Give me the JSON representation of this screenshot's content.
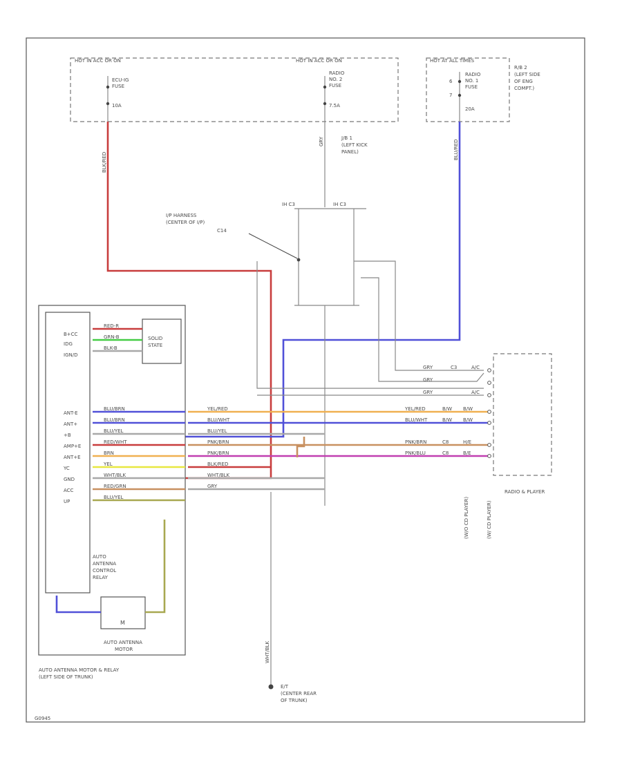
{
  "sources": {
    "left": {
      "header": "HOT IN ACC OR ON",
      "fuse_name": [
        "ECU-IG",
        "FUSE"
      ],
      "fuse_amp": "10A"
    },
    "mid": {
      "header": "HOT IN ACC OR ON",
      "fuse_name": [
        "RADIO",
        "NO. 2",
        "FUSE"
      ],
      "fuse_amp": "7.5A"
    },
    "right": {
      "header": "HOT AT ALL TIMES",
      "fuse_name": [
        "RADIO",
        "NO. 1",
        "FUSE"
      ],
      "fuse_amp": "20A",
      "pin_a": "6",
      "pin_b": "7",
      "side_label": [
        "R/B 2",
        "(LEFT SIDE",
        "OF ENG",
        "COMPT.)"
      ]
    }
  },
  "jb_label": [
    "J/B 1",
    "(LEFT KICK",
    "PANEL)"
  ],
  "ip_harness_label": [
    "I/P HARNESS",
    "(CENTER OF I/P)",
    "C14"
  ],
  "connector_labels": {
    "left": "IH C3",
    "right": "IH C3"
  },
  "source_wires": {
    "left": "BLK/RED",
    "mid": "GRY",
    "right": "BLU/RED"
  },
  "relay": {
    "pins": [
      "B+CC",
      "IDG",
      "IGN/D",
      "ANT-E",
      "ANT+",
      "+B",
      "AMP+E",
      "ANT+E",
      "YC",
      "GND",
      "ACC",
      "UP"
    ],
    "solid_state": [
      "SOLID",
      "STATE"
    ],
    "label": [
      "AUTO",
      "ANTENNA",
      "CONTROL",
      "RELAY"
    ],
    "motor_label": [
      "AUTO ANTENNA",
      "MOTOR"
    ],
    "motor_symbol": "M",
    "assembly_label": [
      "AUTO ANTENNA MOTOR & RELAY",
      "(LEFT SIDE OF TRUNK)"
    ]
  },
  "internal_wires": [
    "RED-R",
    "GRN-B",
    "BLK-B"
  ],
  "harness_rows": [
    {
      "left_color": "BLU/BRN",
      "right_color": "YEL/RED",
      "far_label": "YEL/RED",
      "pin_a": "B/W",
      "pin_b": "B/W"
    },
    {
      "left_color": "BLU/BRN",
      "right_color": "BLU/WHT",
      "far_label": "BLU/WHT",
      "pin_a": "B/W",
      "pin_b": "B/W"
    },
    {
      "left_color": "BLU/YEL",
      "right_color": "BLU/YEL",
      "far_label": "",
      "pin_a": "",
      "pin_b": ""
    },
    {
      "left_color": "RED/WHT",
      "right_color": "PNK/BRN",
      "far_label": "PNK/BRN",
      "pin_a": "C8",
      "pin_b": "H/E"
    },
    {
      "left_color": "BRN",
      "right_color": "PNK/BRN",
      "far_label": "PNK/BLU",
      "pin_a": "C8",
      "pin_b": "B/E"
    },
    {
      "left_color": "YEL",
      "right_color": "BLK/RED",
      "far_label": "",
      "pin_a": "",
      "pin_b": ""
    },
    {
      "left_color": "WHT/BLK",
      "right_color": "WHT/BLK",
      "far_label": "",
      "pin_a": "",
      "pin_b": ""
    },
    {
      "left_color": "RED/GRN",
      "right_color": "GRY",
      "far_label": "",
      "pin_a": "",
      "pin_b": ""
    },
    {
      "left_color": "BLU/YEL",
      "right_color": "",
      "far_label": "",
      "pin_a": "",
      "pin_b": ""
    }
  ],
  "gry_rows": [
    {
      "label": "GRY",
      "pin": "C3",
      "end": "A/C"
    },
    {
      "label": "GRY",
      "pin": "",
      "end": ""
    },
    {
      "label": "GRY",
      "pin": "",
      "end": "A/C"
    }
  ],
  "radio": {
    "label": "RADIO & PLAYER",
    "conn_a": "(W/O CD PLAYER)",
    "conn_b": "(W/ CD PLAYER)"
  },
  "ground": {
    "wire": "WHT/BLK",
    "label": [
      "E/T",
      "(CENTER REAR",
      "OF TRUNK)"
    ]
  },
  "corner_code": "G0945",
  "colors": {
    "red": "#c83c3c",
    "blue": "#5050d8",
    "orange": "#f0b050",
    "pink": "#c03fb0",
    "green": "#44cc44",
    "yellow": "#e8e840",
    "tan": "#c89060",
    "olive": "#a8a850",
    "gray": "#a8a8a8"
  }
}
